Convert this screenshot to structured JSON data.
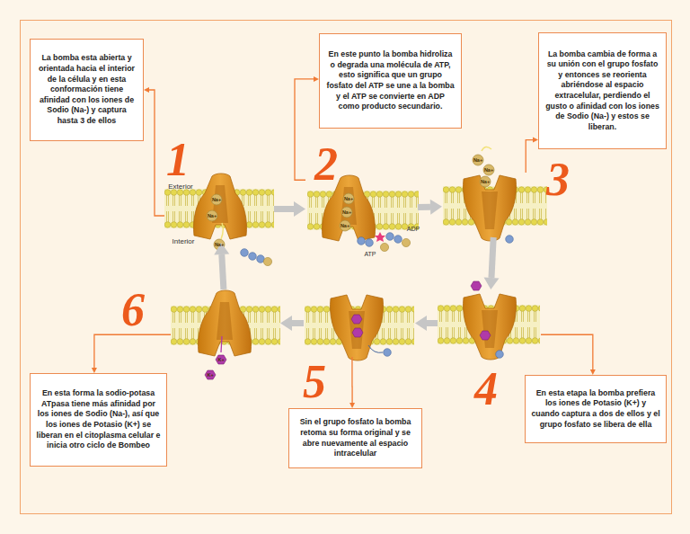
{
  "diagram": {
    "nodes": [
      {
        "text": [
          "La bomba esta abierta y orientada hacia el interior de la célula y en esta conformación tiene afinidad con los iones de Sodio (Na-) y captura hasta 3 de ellos"
        ]
      },
      {
        "text": [
          "En este punto la bomba hidroliza o degrada una molécula de ATP, esto significa que un grupo fosfato del ATP se une a la bomba y el ATP se convierte en ADP como producto secundario."
        ]
      },
      {
        "text": [
          "La bomba cambia de forma a su unión con el grupo fosfato y entonces se reorienta abriéndose al espacio extracelular, perdiendo el gusto o afinidad con los iones de Sodio (Na-) y estos se liberan."
        ]
      },
      {
        "text": [
          "En esta etapa la bomba prefiera los iones de Potasio (K+) y cuando captura a dos de ellos y el grupo fosfato se libera de ella"
        ]
      },
      {
        "text": [
          "Sin el grupo fosfato la bomba retoma su forma original y se abre nuevamente al espacio intracelular"
        ]
      },
      {
        "text": [
          "En esta forma la sodio-potasa ATpasa tiene más afinidad por los iones de Sodio (Na-), así que los iones de Potasio (K+) se liberan en el citoplasma celular e inicia otro ciclo de Bombeo"
        ]
      },
      {
        "text": [
          "1"
        ]
      },
      {
        "text": [
          "2"
        ]
      },
      {
        "text": [
          "3"
        ]
      },
      {
        "text": [
          "4"
        ]
      },
      {
        "text": [
          "5"
        ]
      },
      {
        "text": [
          "6"
        ]
      }
    ],
    "edges": [
      {
        "from": 6,
        "to": 7,
        "arrow": "to"
      },
      {
        "from": 7,
        "to": 8,
        "arrow": "to"
      },
      {
        "from": 8,
        "to": 9,
        "arrow": "to"
      },
      {
        "from": 9,
        "to": 10,
        "arrow": "to"
      },
      {
        "from": 10,
        "to": 11,
        "arrow": "to"
      },
      {
        "from": 11,
        "to": 6,
        "arrow": "to"
      },
      {
        "from": 6,
        "to": 0,
        "arrow": "to"
      },
      {
        "from": 7,
        "to": 1,
        "arrow": "to"
      },
      {
        "from": 8,
        "to": 2,
        "arrow": "to"
      },
      {
        "from": 9,
        "to": 3,
        "arrow": "to"
      },
      {
        "from": 10,
        "to": 4,
        "arrow": "to"
      },
      {
        "from": 11,
        "to": 5,
        "arrow": "to"
      }
    ],
    "labels": [
      "Exterior",
      "Interior",
      "Na+",
      "Na+",
      "Na+",
      "Na+",
      "Na+",
      "Na+",
      "ADP",
      "ATP",
      "Na+",
      "Na+",
      "Na+",
      "K+",
      "K+"
    ]
  }
}
